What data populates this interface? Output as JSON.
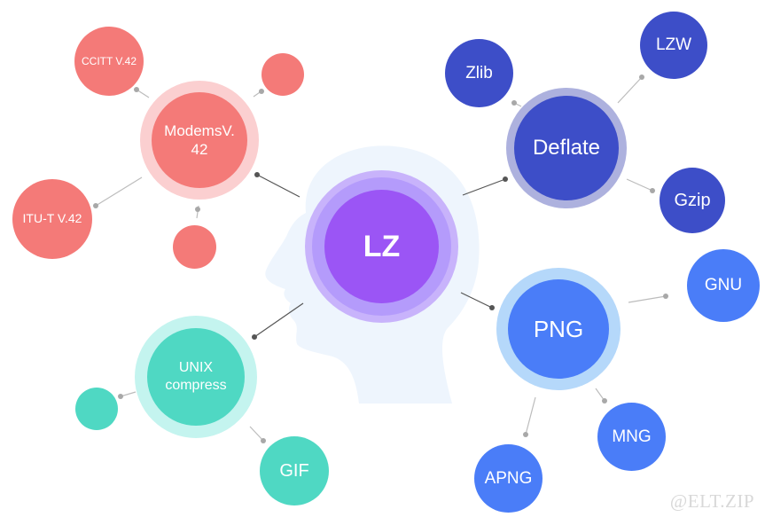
{
  "center": {
    "label": "LZ"
  },
  "branches": {
    "modems": {
      "label": "ModemsV. 42",
      "children": {
        "ccitt": "CCITT V.42",
        "itut": "ITU-T V.42"
      }
    },
    "deflate": {
      "label": "Deflate",
      "children": {
        "zlib": "Zlib",
        "lzw": "LZW",
        "gzip": "Gzip"
      }
    },
    "png": {
      "label": "PNG",
      "children": {
        "gnu": "GNU",
        "mng": "MNG",
        "apng": "APNG"
      }
    },
    "unix": {
      "label": "UNIX compress",
      "children": {
        "gif": "GIF"
      }
    }
  },
  "watermark": "@ELT.ZIP",
  "colors": {
    "purple": "#9b55f5",
    "red": "#f47a78",
    "navy": "#3d4ec8",
    "blue": "#4a7df8",
    "teal": "#4fd8c3",
    "head": "#eef5fd"
  }
}
